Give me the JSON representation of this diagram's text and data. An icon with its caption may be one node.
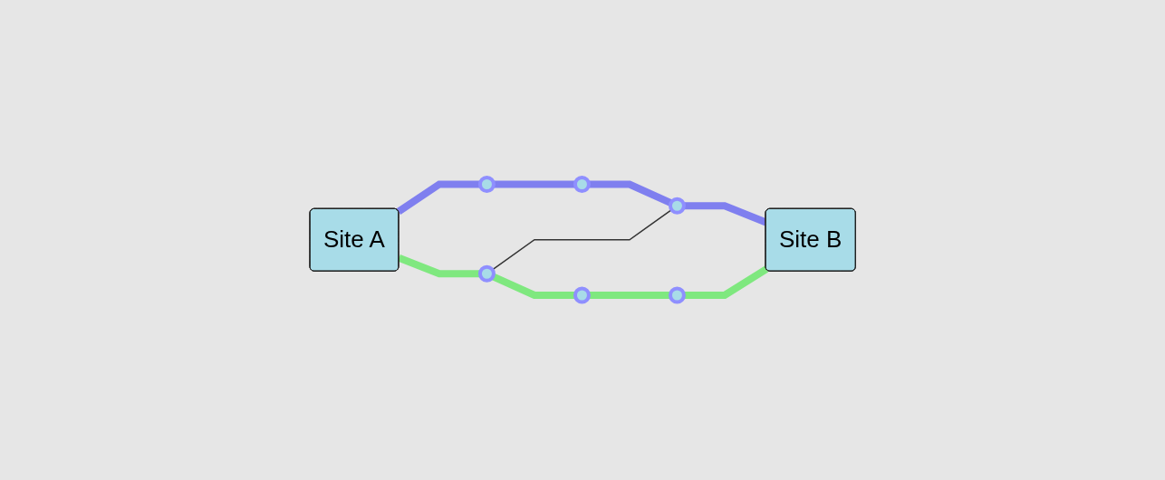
{
  "diagram": {
    "nodes": [
      {
        "text": [
          "Site A"
        ]
      },
      {
        "text": [],
        "shape": "circle"
      },
      {
        "text": [],
        "shape": "circle"
      },
      {
        "text": [],
        "shape": "circle"
      },
      {
        "text": [],
        "shape": "circle"
      },
      {
        "text": [],
        "shape": "circle"
      },
      {
        "text": [],
        "shape": "circle"
      },
      {
        "text": [
          "Site B"
        ]
      }
    ],
    "edges": [
      {
        "from": 0,
        "to": 1,
        "arrow": "none",
        "color": "#7f7fef"
      },
      {
        "from": 1,
        "to": 2,
        "arrow": "none",
        "color": "#7f7fef"
      },
      {
        "from": 2,
        "to": 4,
        "arrow": "none",
        "color": "#7f7fef"
      },
      {
        "from": 4,
        "to": 7,
        "arrow": "none",
        "color": "#7f7fef"
      },
      {
        "from": 0,
        "to": 3,
        "arrow": "none",
        "color": "#7fe87f"
      },
      {
        "from": 3,
        "to": 4,
        "arrow": "none",
        "color": "#333333"
      },
      {
        "from": 3,
        "to": 5,
        "arrow": "none",
        "color": "#7fe87f"
      },
      {
        "from": 5,
        "to": 6,
        "arrow": "none",
        "color": "#7fe87f"
      },
      {
        "from": 6,
        "to": 7,
        "arrow": "none",
        "color": "#7fe87f"
      }
    ]
  }
}
